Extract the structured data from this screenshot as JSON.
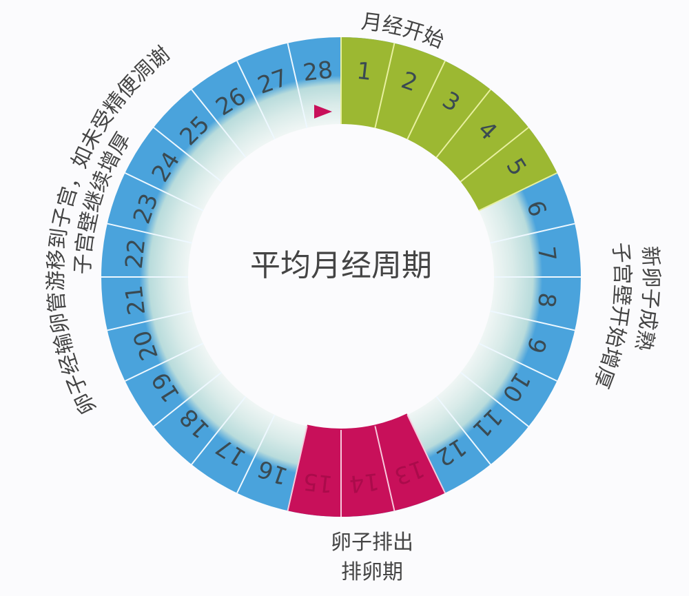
{
  "diagram": {
    "center_title": "平均月经周期",
    "total_days": 28,
    "colors": {
      "menstruation": "#9cb832",
      "follicular": "#4aa3dc",
      "ovulation": "#c8105a",
      "ring_inner": "#e6f0ef",
      "divider": "#eef8ff",
      "marker": "#c8105a",
      "text": "#444444"
    },
    "days": [
      {
        "day": "1",
        "phase": "menstruation"
      },
      {
        "day": "2",
        "phase": "menstruation"
      },
      {
        "day": "3",
        "phase": "menstruation"
      },
      {
        "day": "4",
        "phase": "menstruation"
      },
      {
        "day": "5",
        "phase": "menstruation"
      },
      {
        "day": "6",
        "phase": "follicular"
      },
      {
        "day": "7",
        "phase": "follicular"
      },
      {
        "day": "8",
        "phase": "follicular"
      },
      {
        "day": "9",
        "phase": "follicular"
      },
      {
        "day": "10",
        "phase": "follicular"
      },
      {
        "day": "11",
        "phase": "follicular"
      },
      {
        "day": "12",
        "phase": "follicular"
      },
      {
        "day": "13",
        "phase": "ovulation"
      },
      {
        "day": "14",
        "phase": "ovulation"
      },
      {
        "day": "15",
        "phase": "ovulation"
      },
      {
        "day": "16",
        "phase": "follicular"
      },
      {
        "day": "17",
        "phase": "follicular"
      },
      {
        "day": "18",
        "phase": "follicular"
      },
      {
        "day": "19",
        "phase": "follicular"
      },
      {
        "day": "20",
        "phase": "follicular"
      },
      {
        "day": "21",
        "phase": "follicular"
      },
      {
        "day": "22",
        "phase": "follicular"
      },
      {
        "day": "23",
        "phase": "follicular"
      },
      {
        "day": "24",
        "phase": "follicular"
      },
      {
        "day": "25",
        "phase": "follicular"
      },
      {
        "day": "26",
        "phase": "follicular"
      },
      {
        "day": "27",
        "phase": "follicular"
      },
      {
        "day": "28",
        "phase": "follicular"
      }
    ],
    "labels": {
      "top": "月经开始",
      "right_outer": "新卵子成熟",
      "right_inner": "子宫壁开始增厚",
      "bottom_line1": "卵子排出",
      "bottom_line2": "排卵期",
      "left_outer": "卵子经输卵管游移到子宫，如未受精便凋谢",
      "left_inner": "子宫壁继续增厚"
    },
    "marker_icon": "triangle-right-icon"
  }
}
